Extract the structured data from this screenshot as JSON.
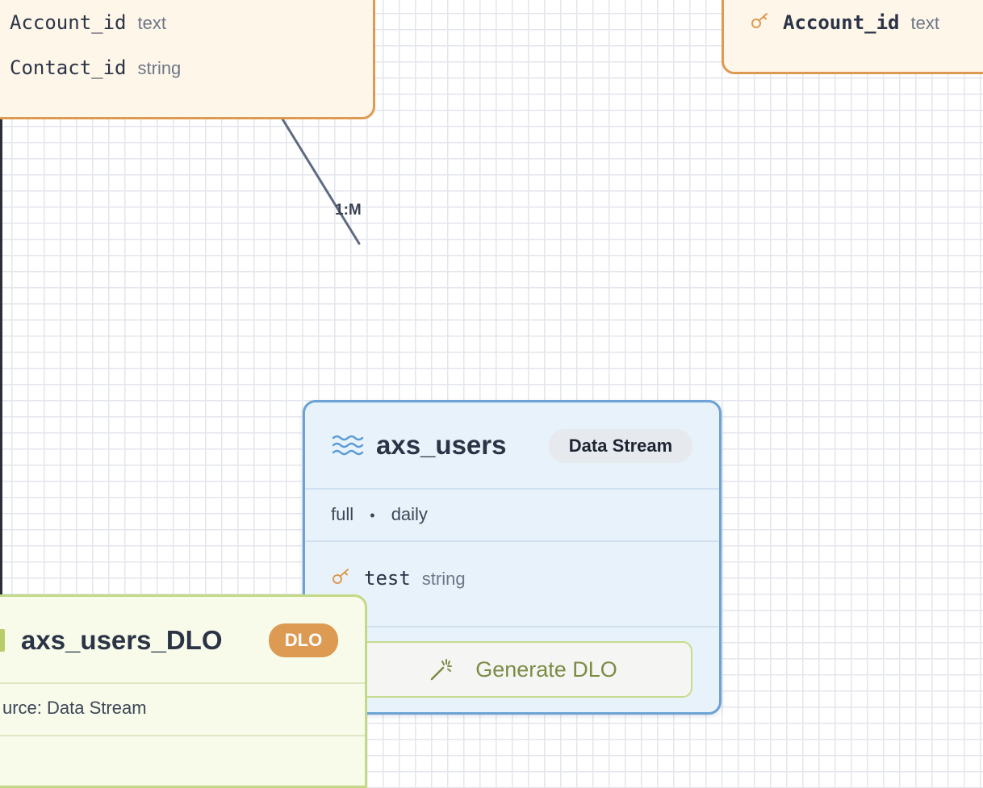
{
  "entities": {
    "top_left": {
      "fields": [
        {
          "name": "Account_id",
          "type": "text"
        },
        {
          "name": "Contact_id",
          "type": "string"
        }
      ]
    },
    "top_right": {
      "fields": [
        {
          "name": "Account_id",
          "type": "text",
          "icon": "key-icon"
        }
      ]
    },
    "axs_users": {
      "title": "axs_users",
      "icon": "stream-waves-icon",
      "badge": "Data Stream",
      "refresh_mode": "full",
      "separator": "•",
      "schedule": "daily",
      "fields": [
        {
          "name": "test",
          "type": "string",
          "icon": "key-icon"
        }
      ],
      "action_label": "Generate DLO",
      "action_icon": "magic-wand-icon"
    },
    "axs_users_dlo": {
      "title": "axs_users_DLO",
      "badge": "DLO",
      "source_text": "urce: Data Stream"
    }
  },
  "relationship": {
    "label": "1:M"
  },
  "colors": {
    "orange_border": "#dc9a52",
    "orange_bg": "#fff6ea",
    "blue_border": "#6aa3d4",
    "blue_bg": "#e8f2fb",
    "green_border": "#c3d985",
    "green_bg": "#f8fbea",
    "dlo_badge": "#dc9a52",
    "generate_text": "#7b8b45",
    "edge": "#5f6b80"
  }
}
